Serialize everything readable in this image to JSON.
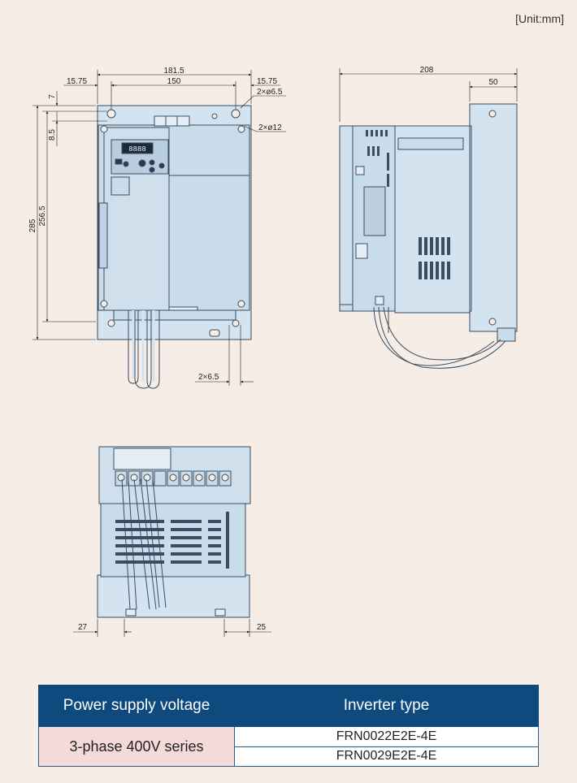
{
  "unit_label": "[Unit:mm]",
  "front_view": {
    "dim_overall_width": "181.5",
    "dim_hole_pitch": "150",
    "dim_left_offset": "15.75",
    "dim_right_offset": "15.75",
    "dim_top_hole": "2×ø6.5",
    "dim_top_mount": "2×ø12",
    "dim_top_7": "7",
    "dim_top_8_5": "8.5",
    "dim_height": "285",
    "dim_hole_height": "256.5",
    "dim_bottom_hole": "2×6.5"
  },
  "side_view": {
    "dim_depth": "208",
    "dim_flange": "50"
  },
  "bottom_view": {
    "dim_left": "27",
    "dim_right": "25"
  },
  "table": {
    "headers": [
      "Power supply voltage",
      "Inverter type"
    ],
    "voltage": "3-phase 400V series",
    "types": [
      "FRN0022E2E-4E",
      "FRN0029E2E-4E"
    ]
  },
  "colors": {
    "background": "#f5ede6",
    "body_fill": "#d3e3ef",
    "outline": "#3a4d62",
    "header_blue": "#0e4a7e",
    "voltage_pink": "#f5dada"
  }
}
